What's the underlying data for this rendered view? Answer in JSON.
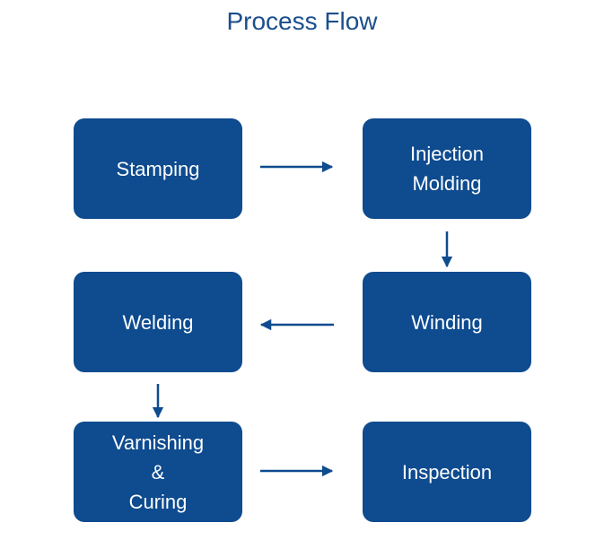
{
  "title": "Process Flow",
  "colors": {
    "title": "#1b4f8c",
    "box_fill": "#0e4b8f",
    "box_text": "#ffffff",
    "arrow": "#0e4b8f"
  },
  "steps": [
    {
      "lines": [
        "Stamping"
      ]
    },
    {
      "lines": [
        "Injection",
        "Molding"
      ]
    },
    {
      "lines": [
        "Winding"
      ]
    },
    {
      "lines": [
        "Welding"
      ]
    },
    {
      "lines": [
        "Varnishing",
        "&",
        "Curing"
      ]
    },
    {
      "lines": [
        "Inspection"
      ]
    }
  ]
}
